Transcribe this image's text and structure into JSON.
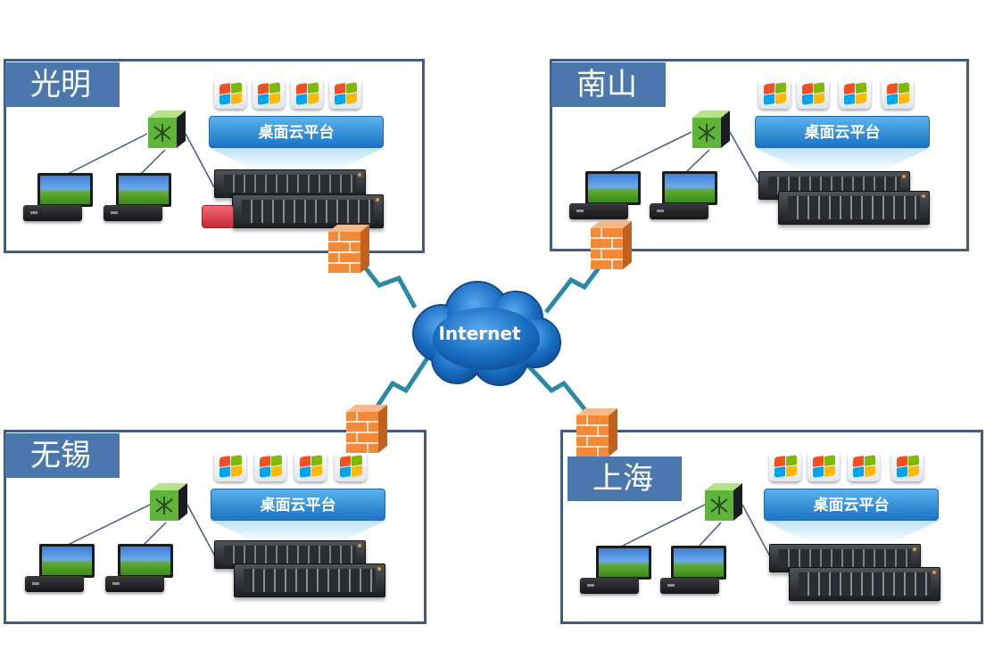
{
  "cloud": {
    "label": "Internet"
  },
  "sites": [
    {
      "name": "光明",
      "platform": "桌面云平台"
    },
    {
      "name": "南山",
      "platform": "桌面云平台"
    },
    {
      "name": "无锡",
      "platform": "桌面云平台"
    },
    {
      "name": "上海",
      "platform": "桌面云平台"
    }
  ],
  "colors": {
    "frame": "#3f5b86",
    "label_bg": "#4a78ae",
    "cloud": "#1a6fc4",
    "link": "#2a8aa6",
    "firewall": "#f28a38"
  },
  "icons": [
    "windows-logo-icon",
    "switch-icon",
    "server-icon",
    "laptop-icon",
    "thin-client-icon",
    "firewall-icon",
    "cloud-icon",
    "usb-key-icon"
  ]
}
